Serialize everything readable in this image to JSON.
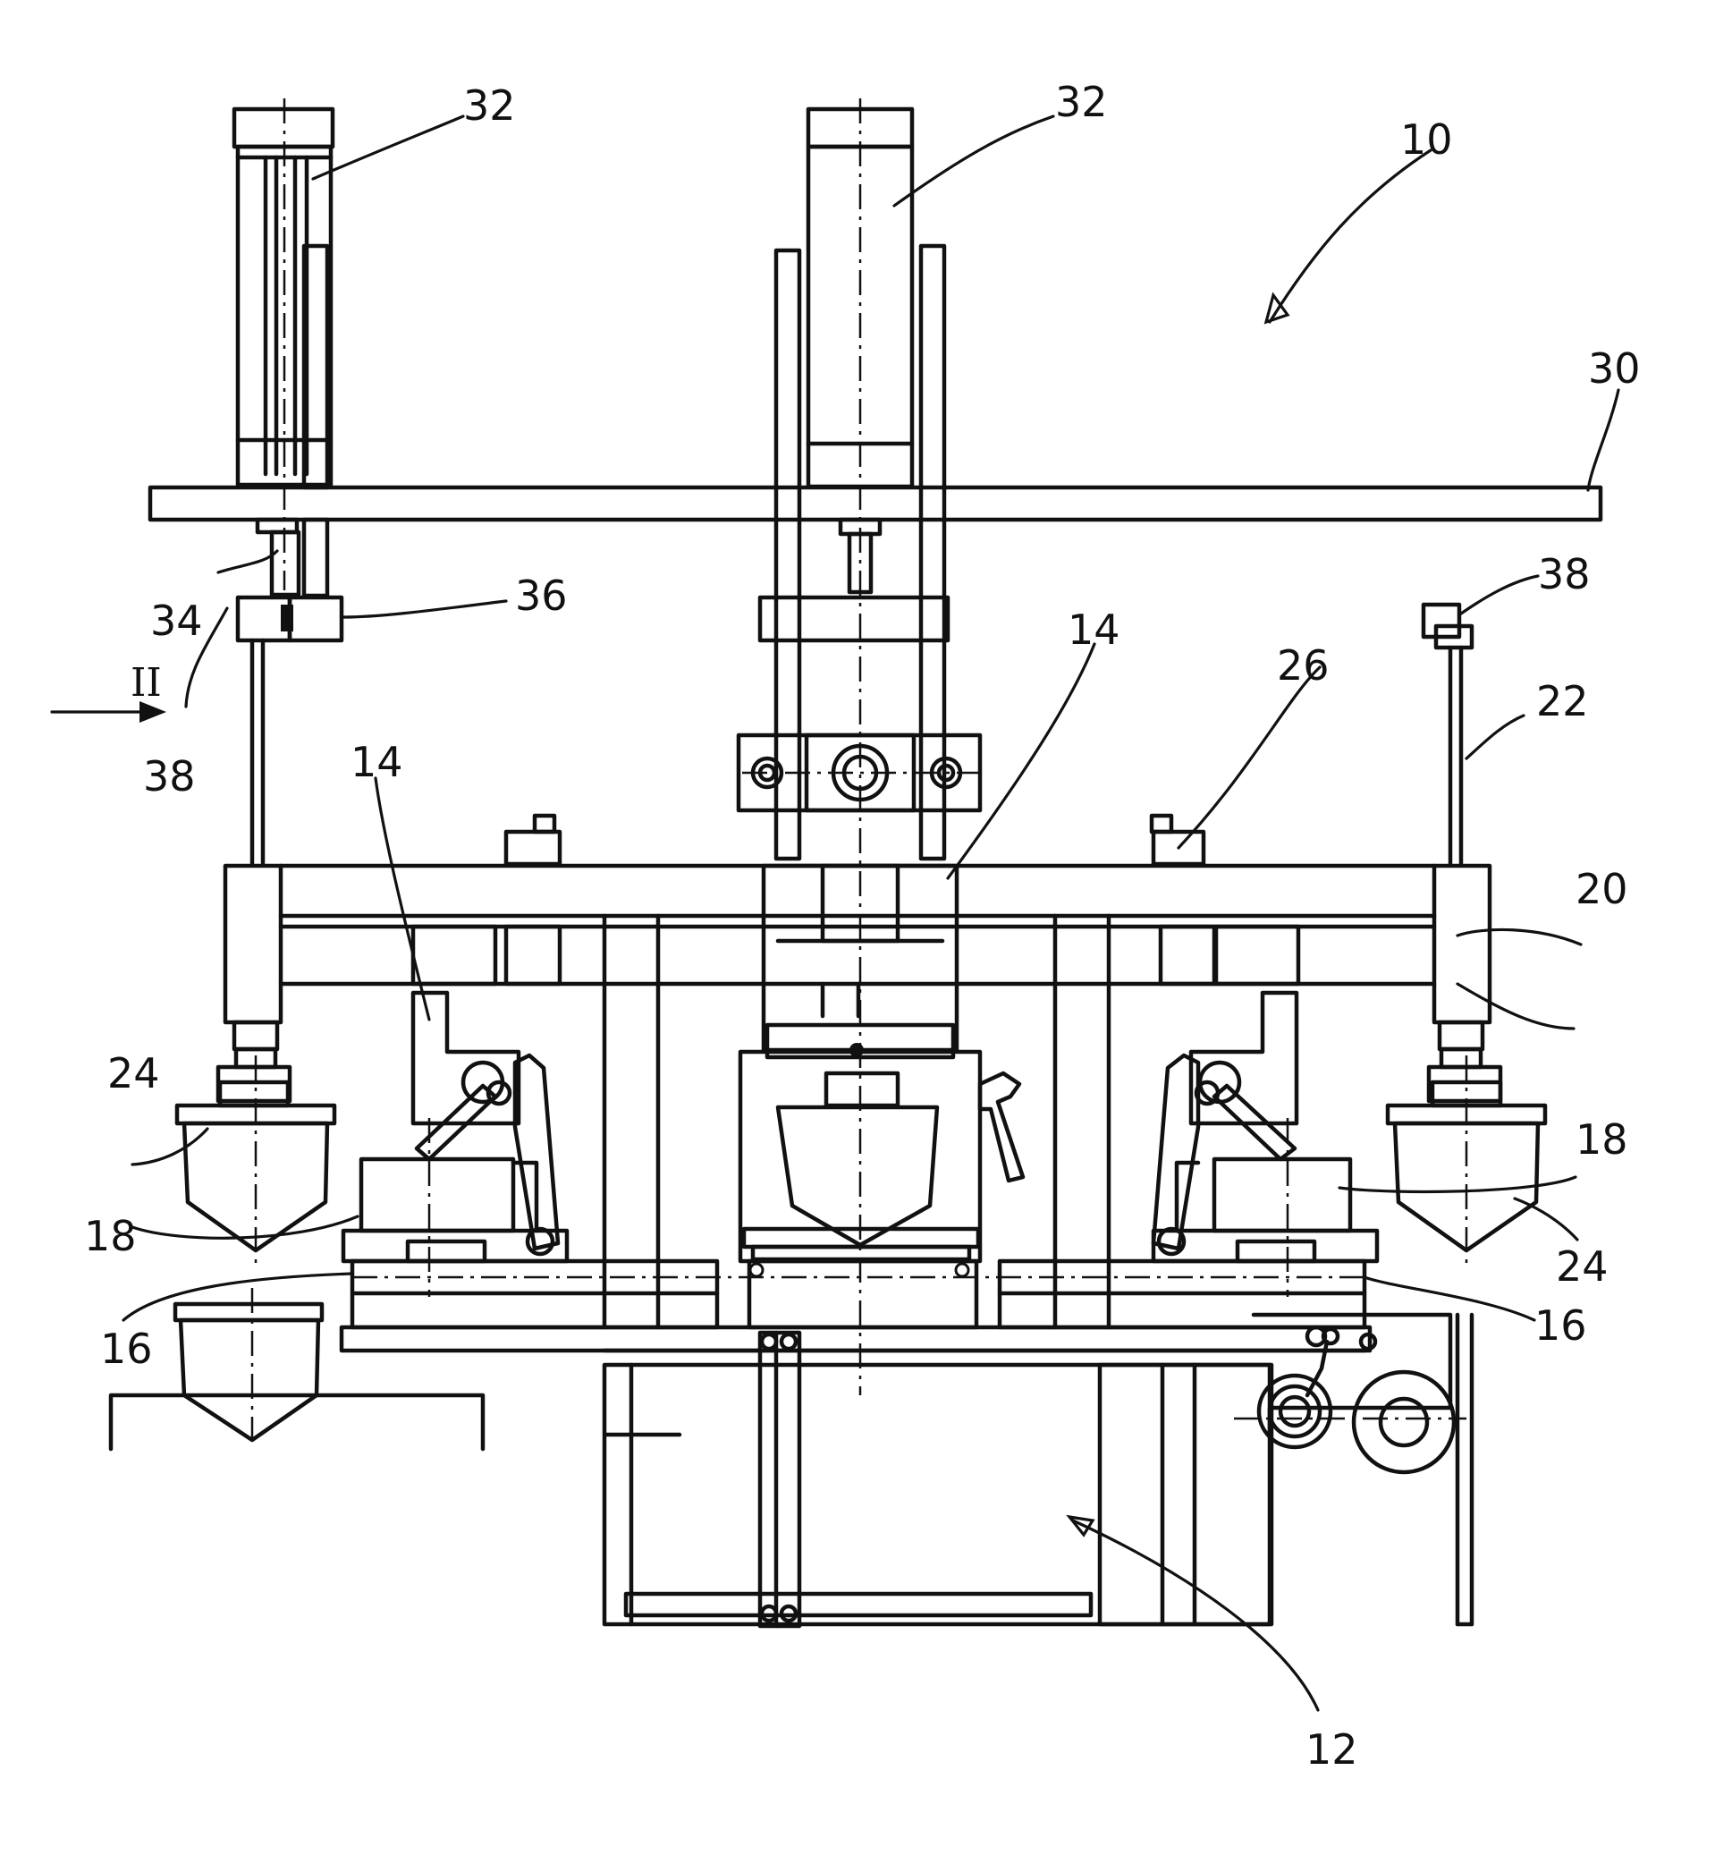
{
  "figure": {
    "labels": {
      "l10": "10",
      "l12": "12",
      "l14a": "14",
      "l14b": "14",
      "l16a": "16",
      "l16b": "16",
      "l18a": "18",
      "l18b": "18",
      "l20": "20",
      "l22": "22",
      "l24a": "24",
      "l24b": "24",
      "l26": "26",
      "l30": "30",
      "l32a": "32",
      "l32b": "32",
      "l34": "34",
      "l36": "36",
      "l38a": "38",
      "l38b": "38",
      "section": "II"
    }
  }
}
